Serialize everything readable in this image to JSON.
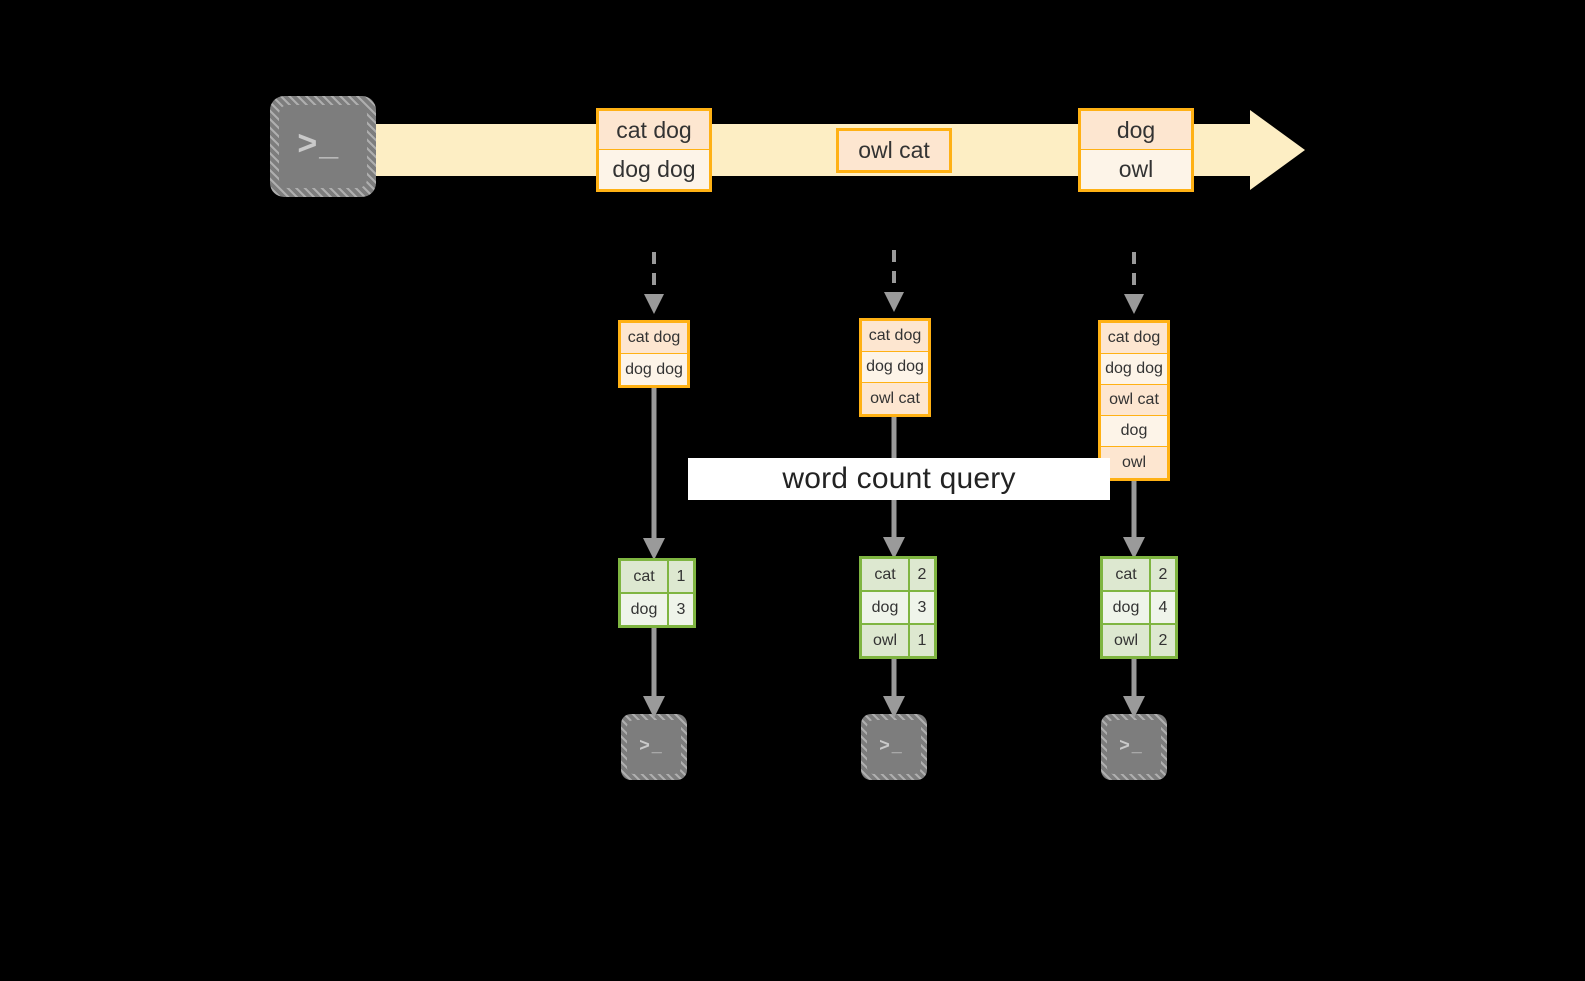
{
  "diagram": {
    "title_label": "word count query",
    "colors": {
      "record_border": "#ffb114",
      "record_fill_shade": "#fde6d0",
      "record_fill_light": "#fdf4e8",
      "result_border": "#7fb541",
      "result_fill_shade": "#dde8d0",
      "result_fill_light": "#eff4ea",
      "stream_arrow": "#fdeec4",
      "connector": "#9a9a9a",
      "terminal_fill": "#7d7d7d",
      "label_band": "#ffffff",
      "background": "#000000"
    },
    "source_terminal": {
      "glyph": ">_"
    },
    "stream": {
      "batches": [
        {
          "lines": [
            "cat dog",
            "dog dog"
          ]
        },
        {
          "lines": [
            "owl cat"
          ]
        },
        {
          "lines": [
            "dog",
            "owl"
          ]
        }
      ]
    },
    "snapshots": [
      {
        "lines": [
          "cat dog",
          "dog dog"
        ]
      },
      {
        "lines": [
          "cat dog",
          "dog dog",
          "owl cat"
        ]
      },
      {
        "lines": [
          "cat dog",
          "dog dog",
          "owl cat",
          "dog",
          "owl"
        ]
      }
    ],
    "results": [
      {
        "rows": [
          {
            "word": "cat",
            "count": "1"
          },
          {
            "word": "dog",
            "count": "3"
          }
        ]
      },
      {
        "rows": [
          {
            "word": "cat",
            "count": "2"
          },
          {
            "word": "dog",
            "count": "3"
          },
          {
            "word": "owl",
            "count": "1"
          }
        ]
      },
      {
        "rows": [
          {
            "word": "cat",
            "count": "2"
          },
          {
            "word": "dog",
            "count": "4"
          },
          {
            "word": "owl",
            "count": "2"
          }
        ]
      }
    ],
    "sink_terminals": [
      {
        "glyph": ">_"
      },
      {
        "glyph": ">_"
      },
      {
        "glyph": ">_"
      }
    ]
  }
}
